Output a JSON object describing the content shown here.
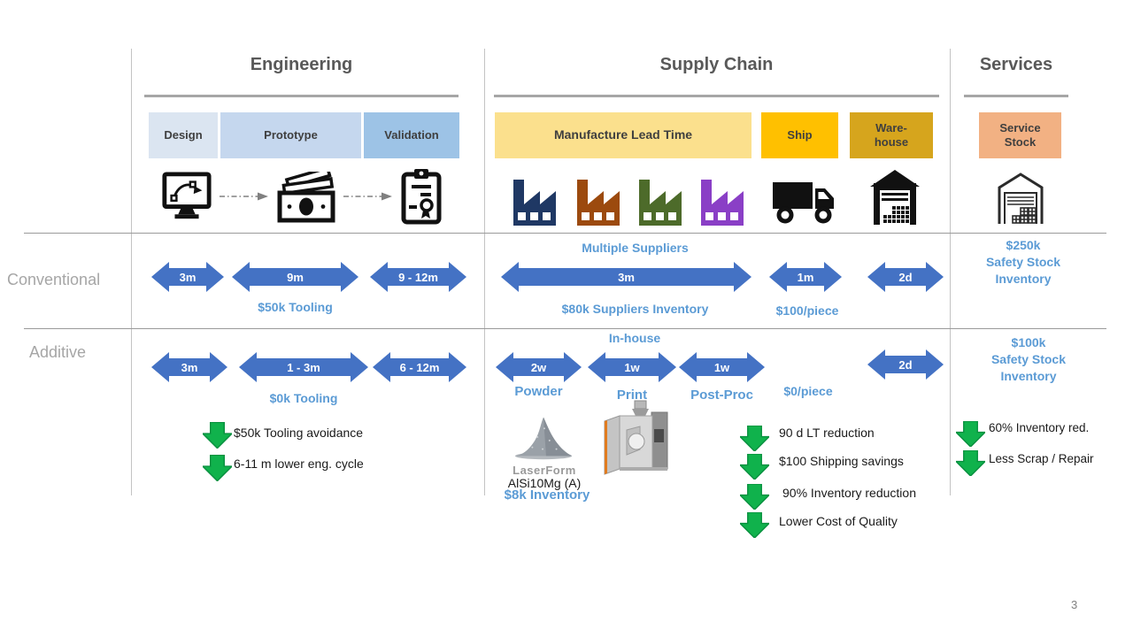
{
  "page_number": "3",
  "row_labels": {
    "conventional": "Conventional",
    "additive": "Additive"
  },
  "sections": {
    "engineering": {
      "title": "Engineering",
      "phases": [
        "Design",
        "Prototype",
        "Validation"
      ]
    },
    "supply_chain": {
      "title": "Supply Chain",
      "phases": [
        "Manufacture Lead Time",
        "Ship",
        "Ware-\nhouse"
      ]
    },
    "services": {
      "title": "Services",
      "phases": [
        "Service\nStock"
      ]
    }
  },
  "conventional": {
    "eng_arrows": [
      "3m",
      "9m",
      "9 - 12m"
    ],
    "eng_note": "$50k Tooling",
    "supply_top_note": "Multiple Suppliers",
    "supply_arrow": "3m",
    "supply_bottom_note": "$80k Suppliers Inventory",
    "ship_arrow": "1m",
    "ship_note": "$100/piece",
    "warehouse_arrow": "2d",
    "services_note": "$250k\nSafety Stock\nInventory"
  },
  "additive": {
    "eng_arrows": [
      "3m",
      "1 - 3m",
      "6 - 12m"
    ],
    "eng_note": "$0k Tooling",
    "supply_top_note": "In-house",
    "supply_arrows": [
      "2w",
      "1w",
      "1w"
    ],
    "supply_step_labels": [
      "Powder",
      "Print",
      "Post-Proc"
    ],
    "ship_note": "$0/piece",
    "warehouse_arrow": "2d",
    "services_note": "$100k\nSafety Stock\nInventory"
  },
  "benefits": {
    "engineering": [
      "$50k Tooling avoidance",
      "6-11 m lower eng. cycle"
    ],
    "supply_chain": [
      "90 d LT reduction",
      "$100 Shipping savings",
      "90% Inventory reduction",
      "Lower Cost of Quality"
    ],
    "services": [
      "60% Inventory red.",
      "Less Scrap / Repair"
    ]
  },
  "materials": {
    "powder_brand": "LaserForm",
    "powder_grade": "AlSi10Mg (A)",
    "powder_note": "$8k Inventory"
  },
  "colors": {
    "arrow_blue": "#4472c4",
    "note_blue": "#5b9bd5",
    "benefit_green": "#10b24c",
    "design_box": "#dbe5f1",
    "prototype_box": "#c5d7ee",
    "validation_box": "#9dc3e6",
    "manufacture_lead_time_box": "#fbe08d",
    "ship_box": "#ffc000",
    "warehouse_box": "#d6a51d",
    "service_stock_box": "#f2b183",
    "factory_colors": [
      "#1f3864",
      "#9c4a0e",
      "#4d6b2a",
      "#8a3fc6"
    ]
  }
}
